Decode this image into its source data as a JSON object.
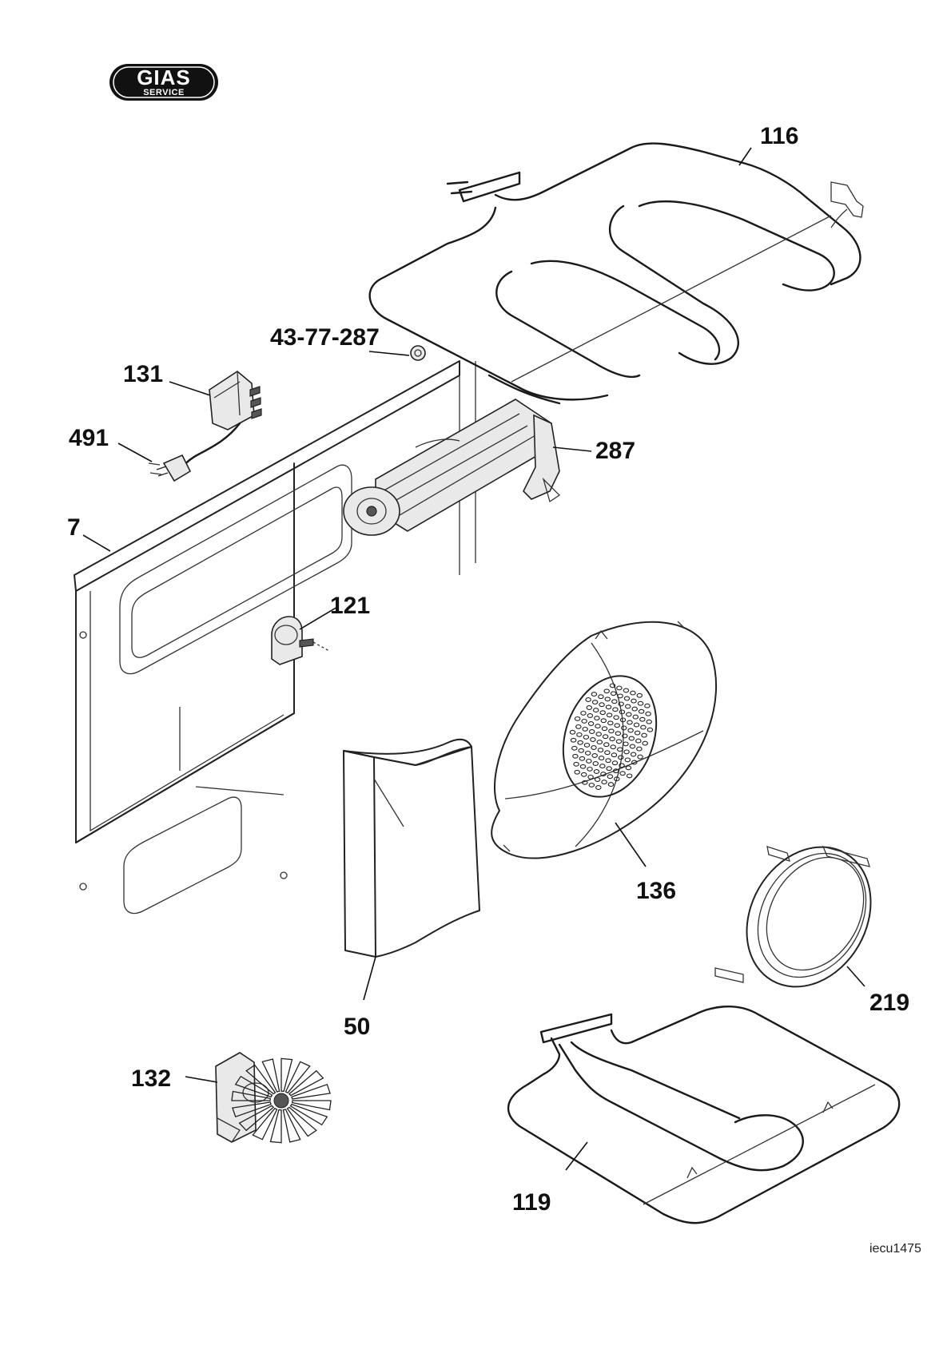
{
  "logo": {
    "main": "GIAS",
    "sub": "SERVICE"
  },
  "callouts": {
    "c116": "116",
    "c43": "43-77-287",
    "c131": "131",
    "c491": "491",
    "c287": "287",
    "c7": "7",
    "c121": "121",
    "c136": "136",
    "c50": "50",
    "c219": "219",
    "c132": "132",
    "c119": "119"
  },
  "document_id": "iecu1475"
}
